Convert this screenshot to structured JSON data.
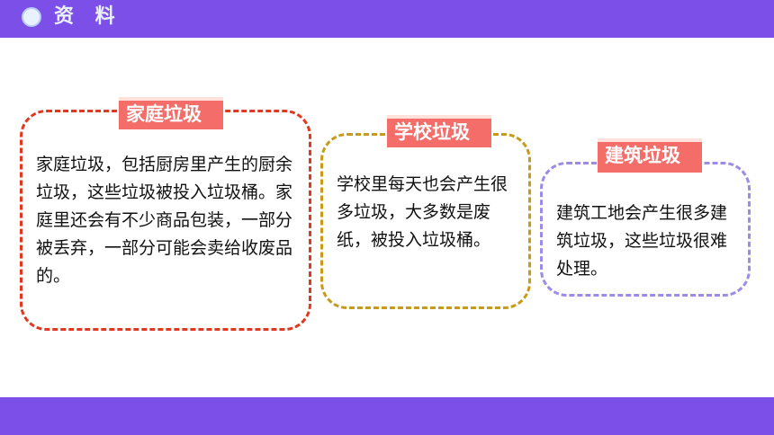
{
  "header": {
    "title": "资 料"
  },
  "cards": [
    {
      "tag": "家庭垃圾",
      "text": "家庭垃圾，包括厨房里产生的厨余垃圾，这些垃圾被投入垃圾桶。家庭里还会有不少商品包装，一部分被丢弃，一部分可能会卖给收废品的。"
    },
    {
      "tag": "学校垃圾",
      "text": "学校里每天也会产生很多垃圾，大多数是废纸，被投入垃圾桶。"
    },
    {
      "tag": "建筑垃圾",
      "text": "建筑工地会产生很多建筑垃圾，这些垃圾很难处理。"
    }
  ],
  "colors": {
    "bar": "#7B4FE8",
    "tag": "#f46d68",
    "card_1_border": "#e0391f",
    "card_2_border": "#c79a1c",
    "card_3_border": "#9d8be6"
  }
}
